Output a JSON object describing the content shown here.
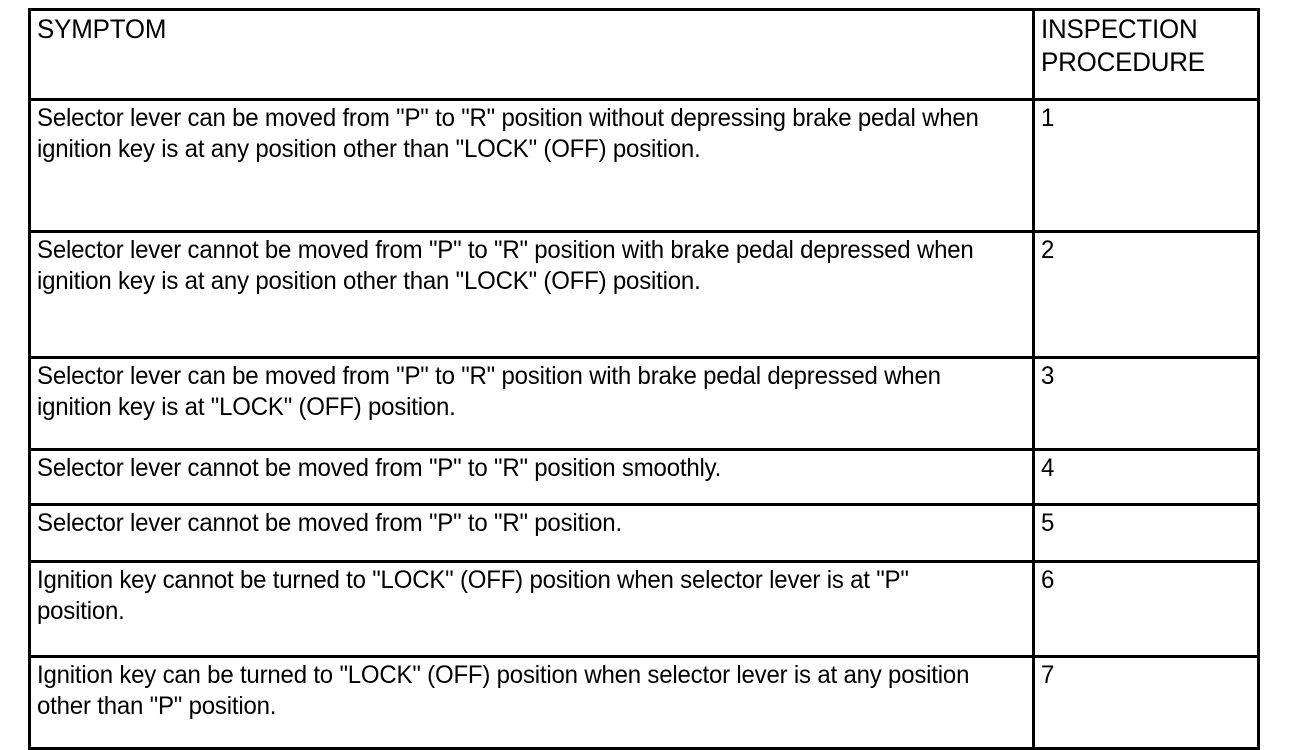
{
  "table": {
    "headers": {
      "symptom": "SYMPTOM",
      "procedure": "INSPECTION\nPROCEDURE"
    },
    "rows": [
      {
        "symptom": "Selector lever can be moved from \"P\" to \"R\" position without depressing brake pedal when ignition key is at any position other than \"LOCK\" (OFF) position.",
        "procedure": "1"
      },
      {
        "symptom": "Selector lever cannot be moved from \"P\" to \"R\" position with brake pedal depressed when ignition key is at any position other than \"LOCK\" (OFF) position.",
        "procedure": "2"
      },
      {
        "symptom": "Selector lever can be moved from \"P\" to \"R\" position with brake pedal depressed when ignition key is at \"LOCK\" (OFF) position.",
        "procedure": "3"
      },
      {
        "symptom": "Selector lever cannot be moved from \"P\" to \"R\" position smoothly.",
        "procedure": "4"
      },
      {
        "symptom": "Selector lever cannot be moved from \"P\" to \"R\" position.",
        "procedure": "5"
      },
      {
        "symptom": "Ignition key cannot be turned to \"LOCK\" (OFF) position when selector lever is at \"P\" position.",
        "procedure": "6"
      },
      {
        "symptom": "Ignition key can be turned to \"LOCK\" (OFF) position when selector lever is at any position other than \"P\" position.",
        "procedure": "7"
      }
    ]
  },
  "colors": {
    "border": "#000000",
    "text": "#000000",
    "background": "#ffffff"
  }
}
